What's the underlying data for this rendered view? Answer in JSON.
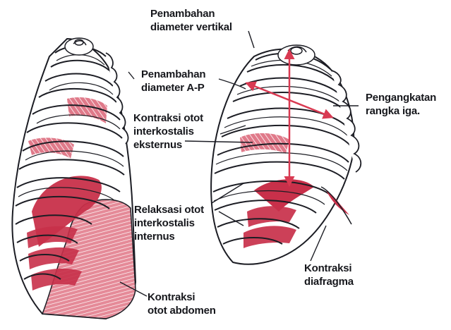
{
  "labels": {
    "vertical_diameter": {
      "line1": "Penambahan",
      "line2": "diameter vertikal"
    },
    "ap_diameter": {
      "line1": "Penambahan",
      "line2": "diameter A-P"
    },
    "rib_elevation": {
      "line1": "Pengangkatan",
      "line2": "rangka iga."
    },
    "external_intercostal": {
      "line1": "Kontraksi otot",
      "line2": "interkostalis",
      "line3": "eksternus"
    },
    "internal_intercostal": {
      "line1": "Relaksasi otot",
      "line2": "interkostalis",
      "line3": "internus"
    },
    "diaphragm": {
      "line1": "Kontraksi",
      "line2": "diafragma"
    },
    "abdominal": {
      "line1": "Kontraksi",
      "line2": "otot abdomen"
    }
  },
  "colors": {
    "muscle_red": "#c8304a",
    "muscle_pink": "#e07a8a",
    "outline": "#1c1d24",
    "arrow_red": "#d93a52",
    "background": "#ffffff"
  }
}
